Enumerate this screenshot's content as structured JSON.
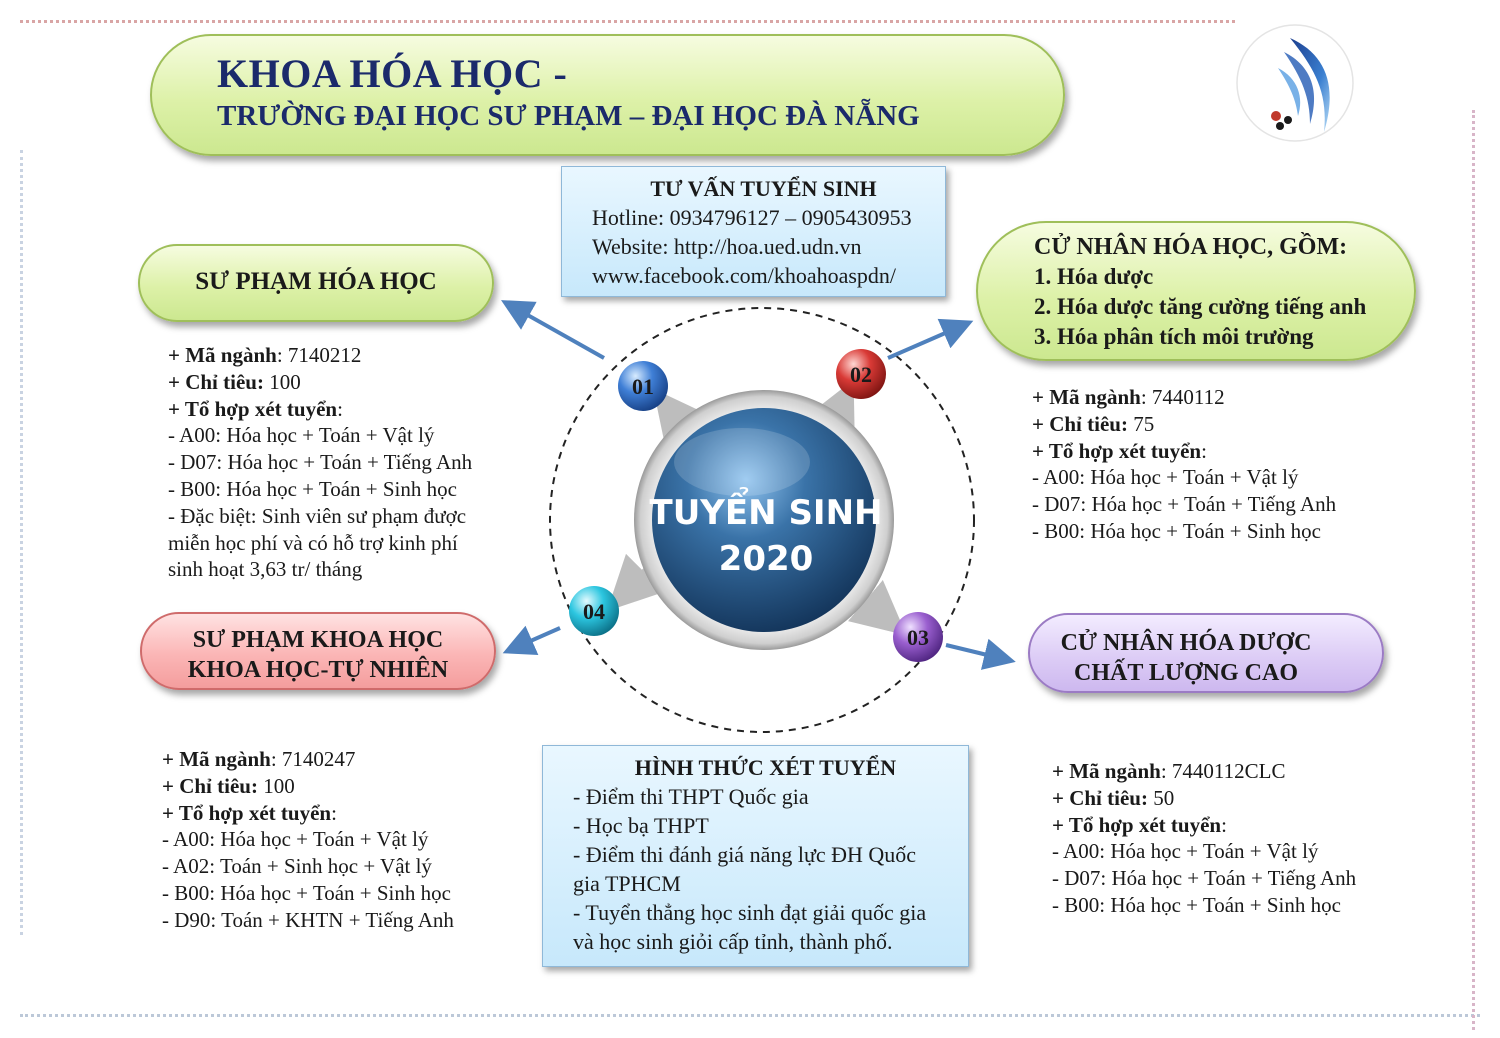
{
  "header": {
    "line1": "KHOA HÓA HỌC -",
    "line2": "TRƯỜNG ĐẠI HỌC SƯ PHẠM – ĐẠI HỌC ĐÀ NẴNG"
  },
  "logo": {
    "icon": "faculty-logo-icon"
  },
  "contact": {
    "heading": "TƯ VẤN TUYỂN SINH",
    "lines": [
      "Hotline: 0934796127 – 0905430953",
      "Website: http://hoa.ued.udn.vn",
      "www.facebook.com/khoahoaspdn/"
    ]
  },
  "center": {
    "line1": "TUYỂN SINH",
    "line2": "2020"
  },
  "nodes": [
    "01",
    "02",
    "03",
    "04"
  ],
  "programs": {
    "p1": {
      "label": "SƯ PHẠM HÓA HỌC",
      "code_label": "+ Mã ngành",
      "code_value": ": 7140212",
      "quota_label": "+ Chỉ tiêu:",
      "quota_value": " 100",
      "combo_label": "+ Tổ hợp xét tuyển",
      "combo_suffix": ":",
      "combos": [
        "- A00: Hóa học + Toán + Vật lý",
        "- D07: Hóa học + Toán + Tiếng Anh",
        "- B00: Hóa học + Toán + Sinh học",
        "- Đặc biệt: Sinh viên sư phạm được",
        "miễn học phí và có hỗ trợ kinh phí",
        "sinh hoạt 3,63 tr/ tháng"
      ]
    },
    "p2": {
      "heading": "CỬ NHÂN HÓA HỌC, GỒM:",
      "items": [
        "1. Hóa dược",
        "2. Hóa dược tăng cường tiếng anh",
        "3. Hóa phân tích môi trường"
      ],
      "code_label": "+ Mã ngành",
      "code_value": ": 7440112",
      "quota_label": "+ Chỉ tiêu:",
      "quota_value": " 75",
      "combo_label": "+ Tổ hợp xét tuyển",
      "combo_suffix": ":",
      "combos": [
        "- A00: Hóa học + Toán + Vật lý",
        "- D07: Hóa học + Toán + Tiếng Anh",
        "- B00: Hóa học + Toán + Sinh học"
      ]
    },
    "p3": {
      "label_line1": "CỬ NHÂN HÓA DƯỢC",
      "label_line2": "CHẤT LƯỢNG CAO",
      "code_label": "+ Mã ngành",
      "code_value": ": 7440112CLC",
      "quota_label": "+ Chỉ tiêu:",
      "quota_value": " 50",
      "combo_label": "+ Tổ hợp xét tuyển",
      "combo_suffix": ":",
      "combos": [
        "- A00: Hóa học + Toán + Vật lý",
        "- D07: Hóa học + Toán + Tiếng Anh",
        "- B00: Hóa học + Toán + Sinh học"
      ]
    },
    "p4": {
      "label_line1": "SƯ PHẠM KHOA HỌC",
      "label_line2": "KHOA HỌC-TỰ NHIÊN",
      "code_label": "+ Mã ngành",
      "code_value": ": 7140247",
      "quota_label": "+ Chỉ tiêu:",
      "quota_value": " 100",
      "combo_label": "+ Tổ hợp xét tuyển",
      "combo_suffix": ":",
      "combos": [
        "- A00: Hóa học + Toán + Vật lý",
        "- A02: Toán + Sinh học + Vật lý",
        "- B00: Hóa học + Toán + Sinh học",
        "- D90: Toán + KHTN + Tiếng Anh"
      ]
    }
  },
  "admission": {
    "heading": "HÌNH THỨC XÉT TUYỂN",
    "lines": [
      "- Điểm thi THPT Quốc gia",
      "- Học bạ THPT",
      "- Điểm thi đánh giá năng lực ĐH Quốc",
      "gia TPHCM",
      "- Tuyển thẳng học sinh đạt giải quốc gia",
      "và học sinh giỏi cấp tỉnh, thành phố."
    ]
  },
  "colors": {
    "title_text": "#1b2a6b",
    "arrow": "#4f81bd",
    "node01": "#3f7fd6",
    "node02": "#d93a36",
    "node03": "#9a5fcf",
    "node04": "#2cc6e0",
    "center": "#1f4f7f"
  }
}
